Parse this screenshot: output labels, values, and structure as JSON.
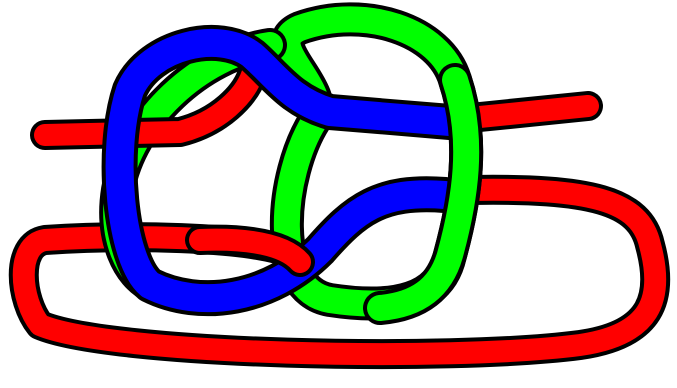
{
  "figure": {
    "kind": "knot-diagram",
    "background": "#ffffff",
    "outline_color": "#000000",
    "strands": [
      {
        "id": "red",
        "color": "#ff0000"
      },
      {
        "id": "green",
        "color": "#00ff00"
      },
      {
        "id": "blue",
        "color": "#0000ff"
      }
    ]
  }
}
